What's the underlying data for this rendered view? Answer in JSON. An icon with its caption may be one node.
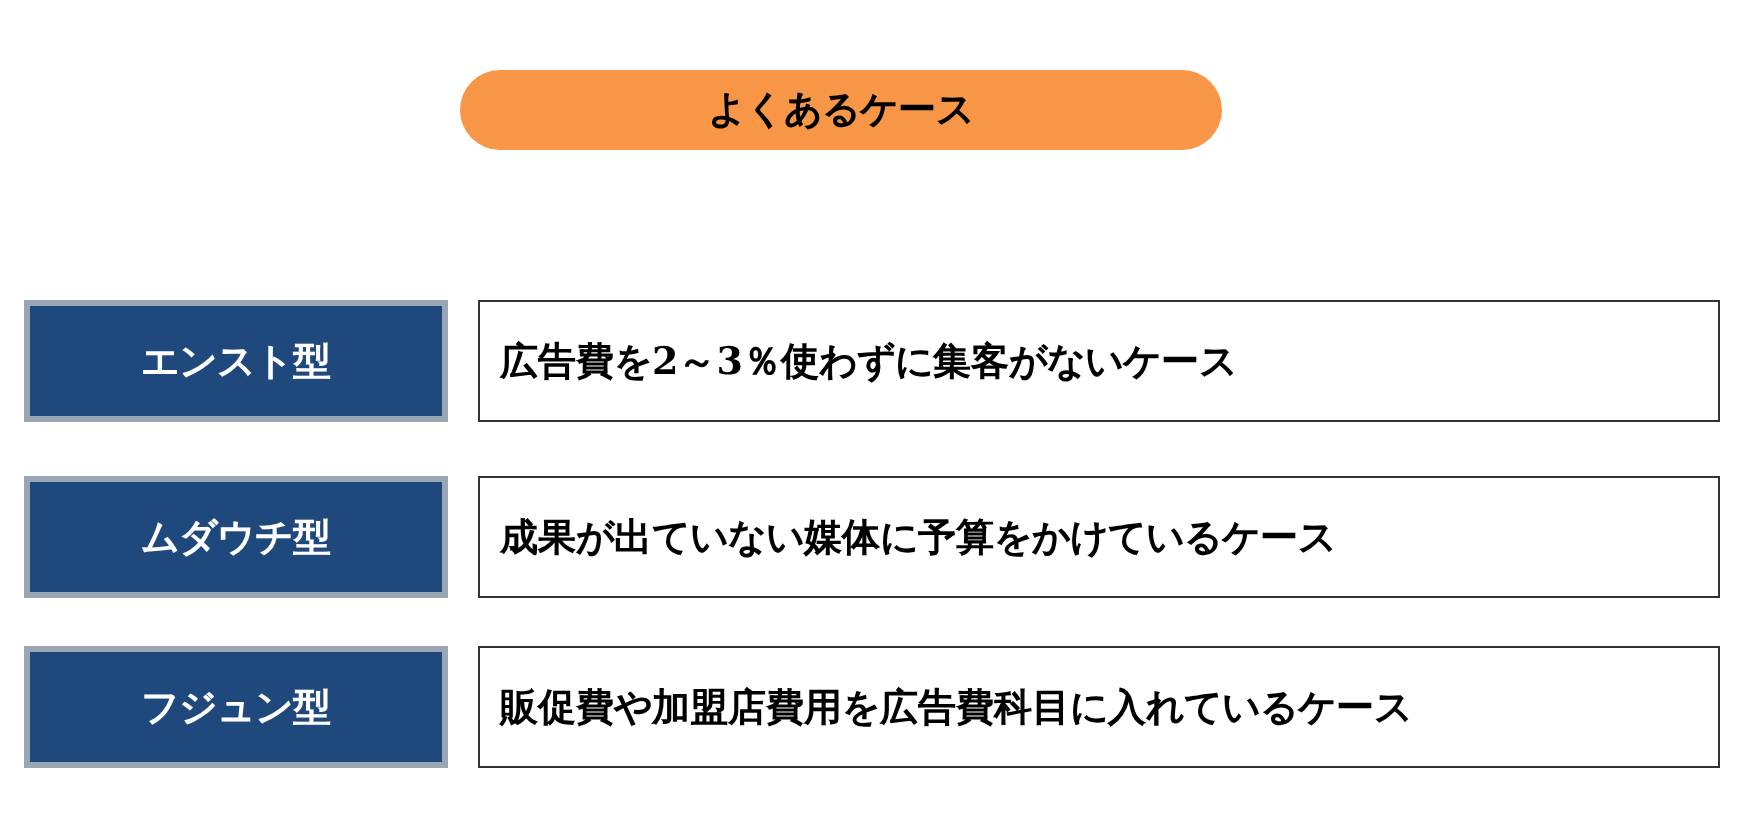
{
  "diagram": {
    "nodes": [
      {
        "text": [
          "よくあるケース"
        ]
      },
      {
        "text": [
          "エンスト型"
        ]
      },
      {
        "text": [
          "広告費を2～3％使わずに集客がないケース"
        ]
      },
      {
        "text": [
          "ムダウチ型"
        ]
      },
      {
        "text": [
          "成果が出ていない媒体に予算をかけているケース"
        ]
      },
      {
        "text": [
          "フジュン型"
        ]
      },
      {
        "text": [
          "販促費や加盟店費用を広告費科目に入れているケース"
        ]
      }
    ]
  }
}
